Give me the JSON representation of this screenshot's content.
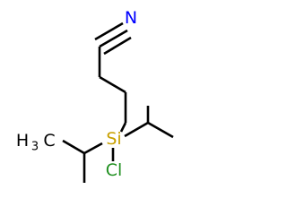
{
  "molecule": {
    "atoms": {
      "nitrogen": "N",
      "silicon": "Si",
      "chlorine": "Cl",
      "methyl_h": "H",
      "methyl_sub": "3",
      "methyl_c": "C"
    },
    "colors": {
      "bond": "#000000",
      "nitrogen": "#0000ff",
      "silicon": "#c8a000",
      "chlorine": "#209020",
      "carbon": "#000000"
    }
  }
}
